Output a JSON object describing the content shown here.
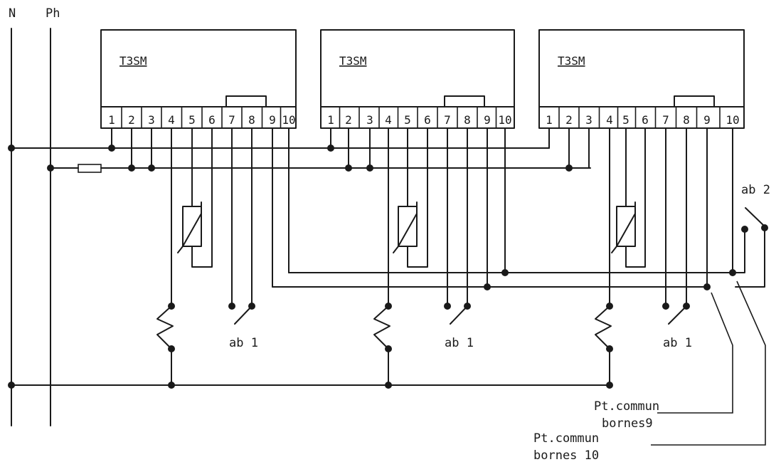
{
  "rails": {
    "neutral": "N",
    "phase": "Ph"
  },
  "modules": [
    {
      "title": "T3SM",
      "terminals": [
        "1",
        "2",
        "3",
        "4",
        "5",
        "6",
        "7",
        "8",
        "9",
        "10"
      ]
    },
    {
      "title": "T3SM",
      "terminals": [
        "1",
        "2",
        "3",
        "4",
        "5",
        "6",
        "7",
        "8",
        "9",
        "10"
      ]
    },
    {
      "title": "T3SM",
      "terminals": [
        "1",
        "2",
        "3",
        "4",
        "5",
        "6",
        "7",
        "8",
        "9",
        "10"
      ]
    }
  ],
  "switch_labels": [
    "ab 1",
    "ab 1",
    "ab 1"
  ],
  "ab2": "ab 2",
  "common9": {
    "line1": "Pt.commun",
    "line2": "bornes9"
  },
  "common10": {
    "line1": "Pt.commun",
    "line2": "bornes 10"
  }
}
